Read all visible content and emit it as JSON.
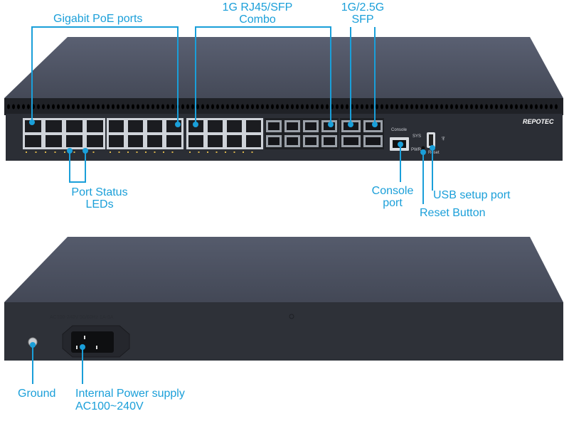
{
  "brand": "REPOTEC",
  "front_panel": {
    "console_text": "Console",
    "sys_text": "SYS",
    "pwr_text": "PWR",
    "reset_text": "Reset"
  },
  "rear_panel": {
    "power_rating": "AC100-240V 50/60Hz 1A-5A"
  },
  "labels": {
    "poe_ports": "Gigabit PoE ports",
    "combo_line1": "1G RJ45/SFP",
    "combo_line2": "Combo",
    "sfp_line1": "1G/2.5G",
    "sfp_line2": "SFP",
    "led_line1": "Port Status",
    "led_line2": "LEDs",
    "console_line1": "Console",
    "console_line2": "port",
    "usb": "USB setup port",
    "reset": "Reset Button",
    "ground": "Ground",
    "power_line1": "Internal Power supply",
    "power_line2": "AC100~240V"
  },
  "colors": {
    "accent": "#1a9fd9",
    "chassis_top": "#4a5060",
    "panel": "#2b2e35"
  }
}
